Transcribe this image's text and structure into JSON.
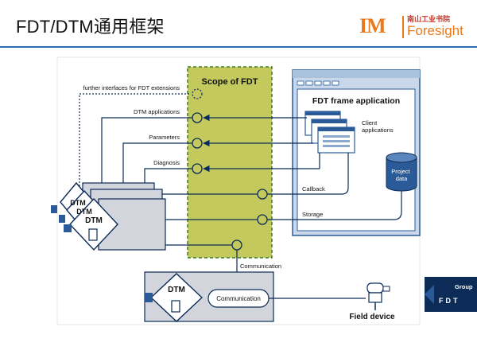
{
  "slide_title": "FDT/DTM通用框架",
  "logo": {
    "im": "IM",
    "foresight": "Foresight",
    "cn": "南山工业书院"
  },
  "scope_label": "Scope of FDT",
  "frame_label": "FDT frame application",
  "client_apps_label": "Client\napplications",
  "project_data_label": "Project\ndata",
  "dtm_label": "DTM",
  "interfaces": {
    "further": "further interfaces for FDT extensions",
    "dtm_applications": "DTM applications",
    "parameters": "Parameters",
    "diagnosis": "Diagnosis",
    "callback": "Callback",
    "storage": "Storage",
    "communication": "Communication"
  },
  "comm_box_label": "Communication",
  "field_device_label": "Field device",
  "group_logo": {
    "text": "FDT",
    "group": "Group"
  },
  "colors": {
    "scope_fill": "#c3c95c",
    "accent_blue": "#2a5b98",
    "dark_navy": "#0c2b57",
    "title_rule": "#2b6fb3"
  }
}
